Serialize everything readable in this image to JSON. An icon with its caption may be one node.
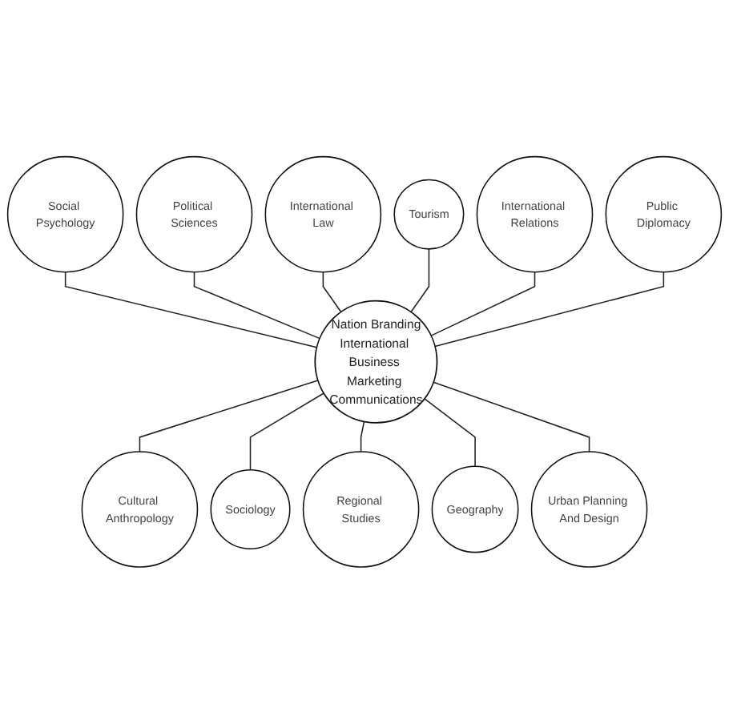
{
  "diagram": {
    "nodes": [
      {
        "text": [
          "Nation Branding",
          "International Business Marketing Communications"
        ]
      },
      {
        "text": [
          "Tourism"
        ]
      },
      {
        "text": [
          "International Relations"
        ]
      },
      {
        "text": [
          "Public Diplomacy"
        ]
      },
      {
        "text": [
          "Urban Planning And Design"
        ]
      },
      {
        "text": [
          "Geography"
        ]
      },
      {
        "text": [
          "Regional Studies"
        ]
      },
      {
        "text": [
          "Sociology"
        ]
      },
      {
        "text": [
          "Cultural Anthropology"
        ]
      },
      {
        "text": [
          "Social Psychology"
        ]
      },
      {
        "text": [
          "Political Sciences"
        ]
      },
      {
        "text": [
          "International Law"
        ]
      }
    ],
    "edges": [
      {
        "from": 9,
        "to": 0,
        "arrow": "none"
      },
      {
        "from": 10,
        "to": 0,
        "arrow": "none"
      },
      {
        "from": 11,
        "to": 0,
        "arrow": "none"
      },
      {
        "from": 1,
        "to": 0,
        "arrow": "none"
      },
      {
        "from": 2,
        "to": 0,
        "arrow": "none"
      },
      {
        "from": 3,
        "to": 0,
        "arrow": "none"
      },
      {
        "from": 0,
        "to": 8,
        "arrow": "none"
      },
      {
        "from": 0,
        "to": 7,
        "arrow": "none"
      },
      {
        "from": 0,
        "to": 6,
        "arrow": "none"
      },
      {
        "from": 0,
        "to": 5,
        "arrow": "none"
      },
      {
        "from": 0,
        "to": 4,
        "arrow": "none"
      }
    ]
  }
}
